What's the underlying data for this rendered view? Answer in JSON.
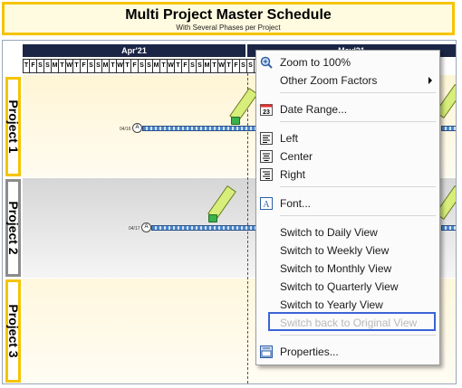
{
  "title": {
    "main": "Multi Project Master Schedule",
    "sub": "With Several Phases per Project"
  },
  "timeline": {
    "months": [
      "Apr'21",
      "May'21"
    ],
    "days": [
      "T",
      "F",
      "S",
      "S",
      "M",
      "T",
      "W",
      "T",
      "F",
      "S",
      "S",
      "M",
      "T",
      "W",
      "T",
      "F",
      "S",
      "S",
      "M",
      "T",
      "W",
      "T",
      "F",
      "S",
      "S",
      "M",
      "T",
      "W",
      "T",
      "F",
      "S",
      "S",
      "M",
      "T"
    ]
  },
  "lanes": [
    {
      "label": "Project 1",
      "milestone_date": "04/16"
    },
    {
      "label": "Project 2",
      "milestone_date": "04/17"
    },
    {
      "label": "Project 3"
    }
  ],
  "menu": {
    "zoom_100": "Zoom to 100%",
    "other_zoom": "Other Zoom Factors",
    "date_range": "Date Range...",
    "left": "Left",
    "center": "Center",
    "right": "Right",
    "font": "Font...",
    "daily": "Switch to Daily View",
    "weekly": "Switch to Weekly View",
    "monthly": "Switch to Monthly View",
    "quarterly": "Switch to Quarterly View",
    "yearly": "Switch to Yearly View",
    "original": "Switch back to Original View",
    "properties": "Properties...",
    "calendar_day": "23"
  },
  "colors": {
    "title_border": "#f5c400",
    "month_band": "#1b2545",
    "highlight": "#3a64d6"
  }
}
